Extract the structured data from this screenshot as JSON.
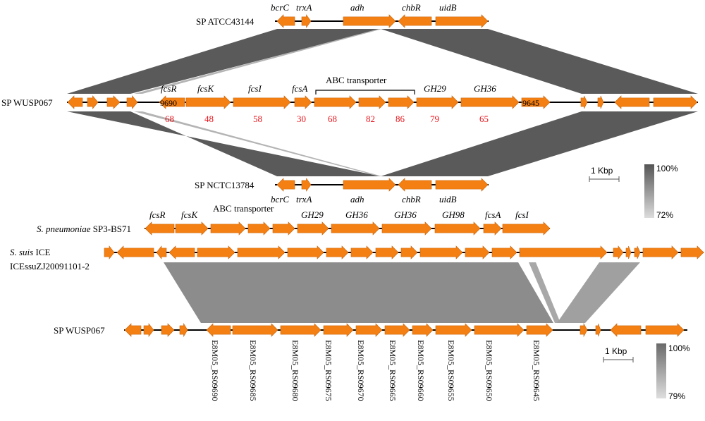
{
  "colors": {
    "gene_fill": "#f47f12",
    "gene_stroke": "#c8640a",
    "backbone": "#000000",
    "block_dark": "#5a5a5a",
    "block_mid": "#8c8c8c",
    "block_light": "#b4b4b4",
    "percent_text": "#e8141b"
  },
  "icon": "gene-arrow-icon",
  "tracks": {
    "atcc": {
      "name": "SP ATCC43144",
      "gene_labels": [
        "bcrC",
        "trxA",
        "adh",
        "chbR",
        "uidB"
      ]
    },
    "wusp_top": {
      "name": "SP WUSP067",
      "gene_labels": [
        "fcsR",
        "fcsK",
        "fcsI",
        "fcsA",
        "GH29",
        "GH36"
      ],
      "bracket_label": "ABC transporter",
      "identity_values": [
        "68",
        "48",
        "58",
        "30",
        "68",
        "82",
        "86",
        "79",
        "65"
      ],
      "boundary_left": "9690",
      "boundary_right": "9645"
    },
    "nctc": {
      "name": "SP NCTC13784",
      "gene_labels": [
        "bcrC",
        "trxA",
        "adh",
        "chbR",
        "uidB"
      ]
    },
    "sp3": {
      "name_italic": "S. pneumoniae",
      "name_plain": "SP3-BS71",
      "gene_labels": [
        "fcsR",
        "fcsK",
        "GH29",
        "GH36",
        "GH36",
        "GH98",
        "fcsA",
        "fcsI"
      ],
      "bracket_label": "ABC transporter"
    },
    "suis": {
      "name_line1_italic": "S. suis",
      "name_line1_plain": "ICE",
      "name_line2": "ICEssuZJ20091101-2"
    },
    "wusp_bottom": {
      "name": "SP WUSP067",
      "locus_tags": [
        "E8M05_RS09690",
        "E8M05_RS09685",
        "E8M05_RS09680",
        "E8M05_RS09675",
        "E8M05_RS09670",
        "E8M05_RS09665",
        "E8M05_RS09660",
        "E8M05_RS09655",
        "E8M05_RS09650",
        "E8M05_RS09645"
      ]
    }
  },
  "legend_top": {
    "scale": "1 Kbp",
    "max": "100%",
    "min": "72%"
  },
  "legend_bottom": {
    "scale": "1 Kbp",
    "max": "100%",
    "min": "79%"
  }
}
